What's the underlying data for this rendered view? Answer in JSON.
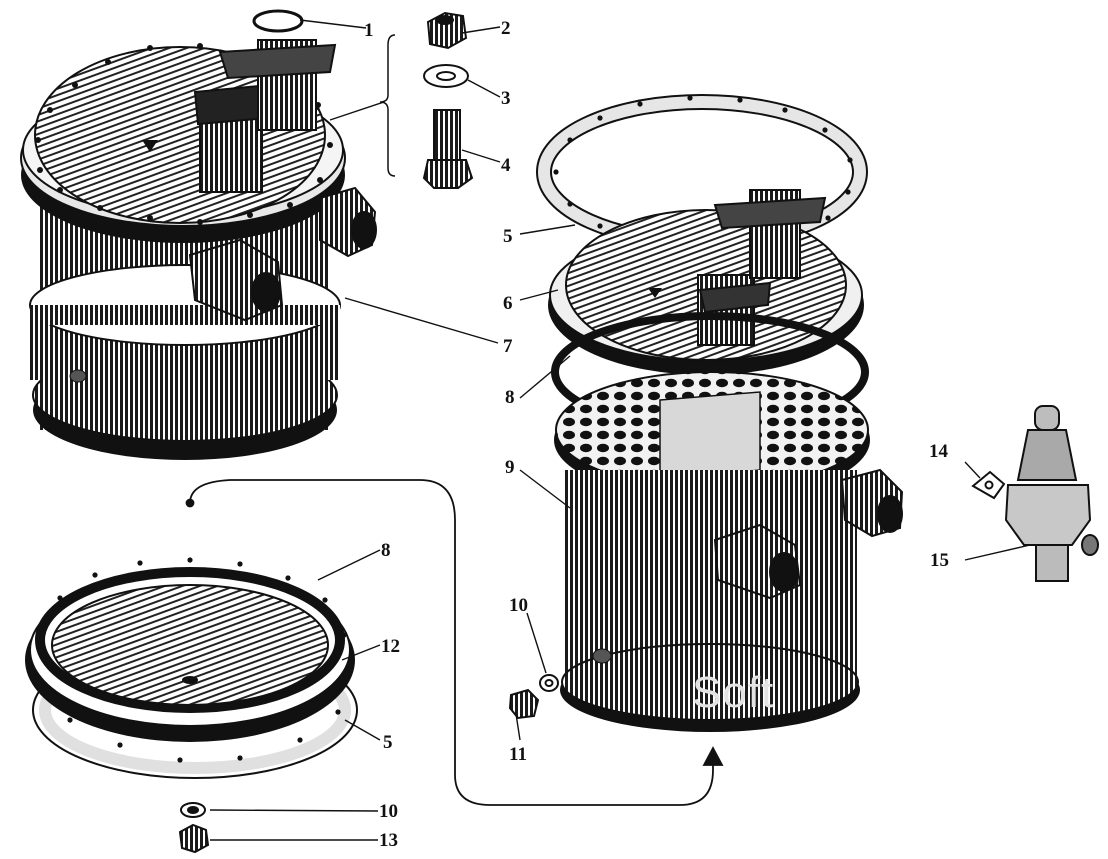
{
  "diagram": {
    "watermark": "Soft",
    "callouts": [
      {
        "id": "c1",
        "label": "1"
      },
      {
        "id": "c2",
        "label": "2"
      },
      {
        "id": "c3",
        "label": "3"
      },
      {
        "id": "c4",
        "label": "4"
      },
      {
        "id": "c5a",
        "label": "5"
      },
      {
        "id": "c6",
        "label": "6"
      },
      {
        "id": "c7",
        "label": "7"
      },
      {
        "id": "c8a",
        "label": "8"
      },
      {
        "id": "c9",
        "label": "9"
      },
      {
        "id": "c14",
        "label": "14"
      },
      {
        "id": "c15",
        "label": "15"
      },
      {
        "id": "c8b",
        "label": "8"
      },
      {
        "id": "c12",
        "label": "12"
      },
      {
        "id": "c5b",
        "label": "5"
      },
      {
        "id": "c10a",
        "label": "10"
      },
      {
        "id": "c11",
        "label": "11"
      },
      {
        "id": "c10b",
        "label": "10"
      },
      {
        "id": "c13",
        "label": "13"
      }
    ]
  }
}
